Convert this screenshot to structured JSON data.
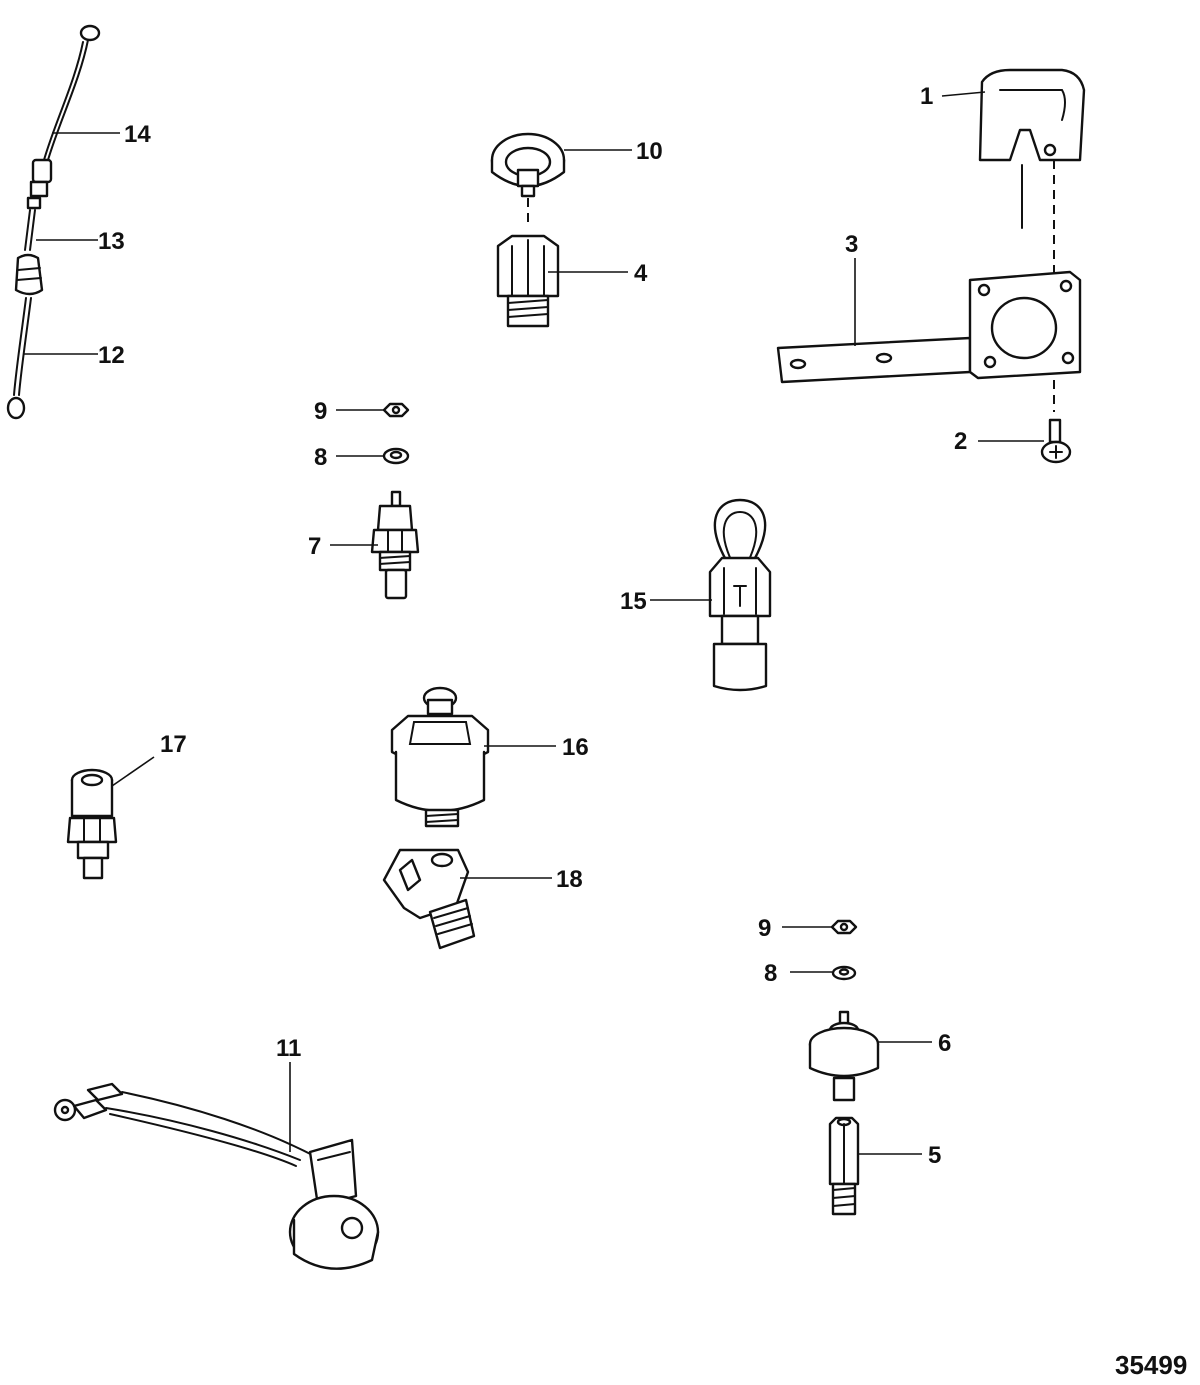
{
  "figure_number": "35499",
  "callouts": [
    {
      "id": "c1",
      "label": "1"
    },
    {
      "id": "c2",
      "label": "2"
    },
    {
      "id": "c3",
      "label": "3"
    },
    {
      "id": "c4",
      "label": "4"
    },
    {
      "id": "c5",
      "label": "5"
    },
    {
      "id": "c6",
      "label": "6"
    },
    {
      "id": "c7",
      "label": "7"
    },
    {
      "id": "c8a",
      "label": "8"
    },
    {
      "id": "c8b",
      "label": "8"
    },
    {
      "id": "c9a",
      "label": "9"
    },
    {
      "id": "c9b",
      "label": "9"
    },
    {
      "id": "c10",
      "label": "10"
    },
    {
      "id": "c11",
      "label": "11"
    },
    {
      "id": "c12",
      "label": "12"
    },
    {
      "id": "c13",
      "label": "13"
    },
    {
      "id": "c14",
      "label": "14"
    },
    {
      "id": "c15",
      "label": "15"
    },
    {
      "id": "c16",
      "label": "16"
    },
    {
      "id": "c17",
      "label": "17"
    },
    {
      "id": "c18",
      "label": "18"
    }
  ]
}
